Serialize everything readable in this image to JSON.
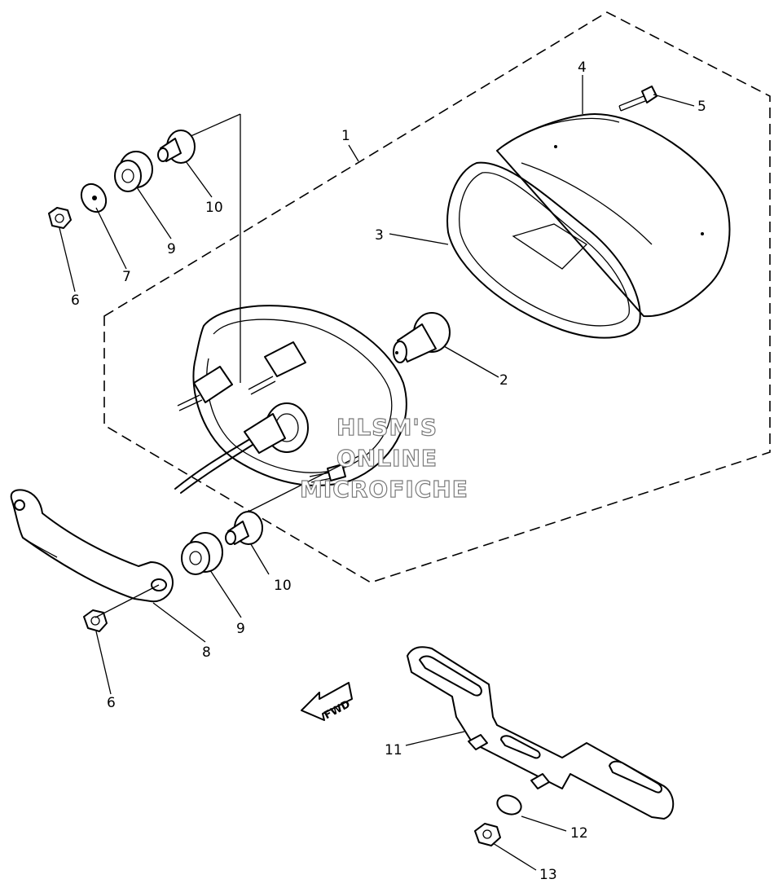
{
  "callouts": {
    "c1": "1",
    "c2": "2",
    "c3": "3",
    "c4": "4",
    "c5": "5",
    "c6a": "6",
    "c6b": "6",
    "c7": "7",
    "c8": "8",
    "c9a": "9",
    "c9b": "9",
    "c10a": "10",
    "c10b": "10",
    "c11": "11",
    "c12": "12",
    "c13": "13"
  },
  "fwd_label": "FWD",
  "watermark": {
    "line1": "HLSM'S",
    "line2": "ONLINE",
    "line3": "MICROFICHE"
  }
}
